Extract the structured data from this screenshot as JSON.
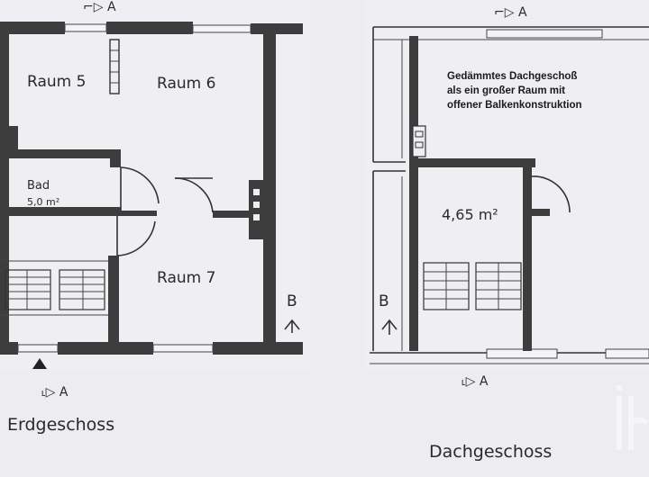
{
  "ground_floor": {
    "title": "Erdgeschoss",
    "rooms": {
      "raum5": "Raum 5",
      "raum6": "Raum 6",
      "raum7": "Raum 7",
      "bath_line1": "Bad",
      "bath_line2": "5,0 m²"
    },
    "section_top": "A",
    "section_bottom": "A",
    "section_side": "B"
  },
  "attic_floor": {
    "title": "Dachgeschoss",
    "note_line1": "Gedämmtes Dachgeschoß",
    "note_line2": "als ein großer Raum mit",
    "note_line3": "offener Balkenkonstruktion",
    "area": "4,65 m²",
    "section_top": "A",
    "section_bottom": "A",
    "section_side": "B"
  }
}
